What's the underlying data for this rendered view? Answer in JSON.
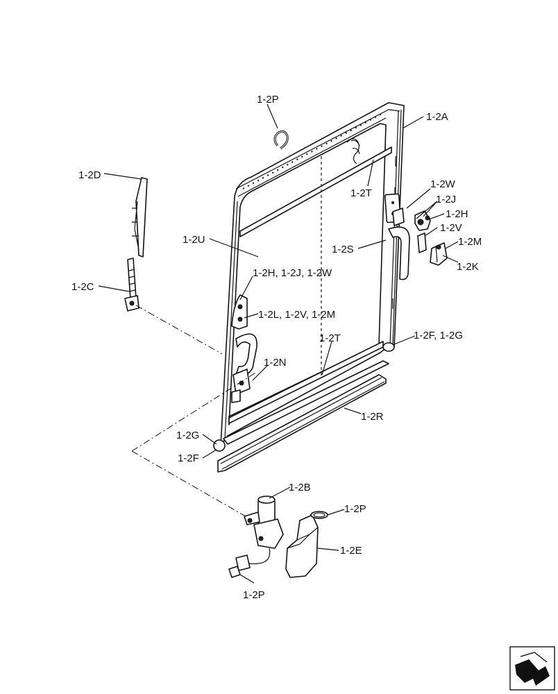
{
  "labels": {
    "p_top": "1-2P",
    "a": "1-2A",
    "d": "1-2D",
    "t_top": "1-2T",
    "w": "1-2W",
    "j": "1-2J",
    "h": "1-2H",
    "v": "1-2V",
    "m": "1-2M",
    "u": "1-2U",
    "s": "1-2S",
    "k": "1-2K",
    "hjw": "1-2H, 1-2J, 1-2W",
    "c": "1-2C",
    "lvm": "1-2L, 1-2V, 1-2M",
    "t_bottom": "1-2T",
    "fg": "1-2F, 1-2G",
    "n": "1-2N",
    "r": "1-2R",
    "g": "1-2G",
    "f": "1-2F",
    "b": "1-2B",
    "p_mid": "1-2P",
    "e": "1-2E",
    "p_bottom": "1-2P"
  }
}
